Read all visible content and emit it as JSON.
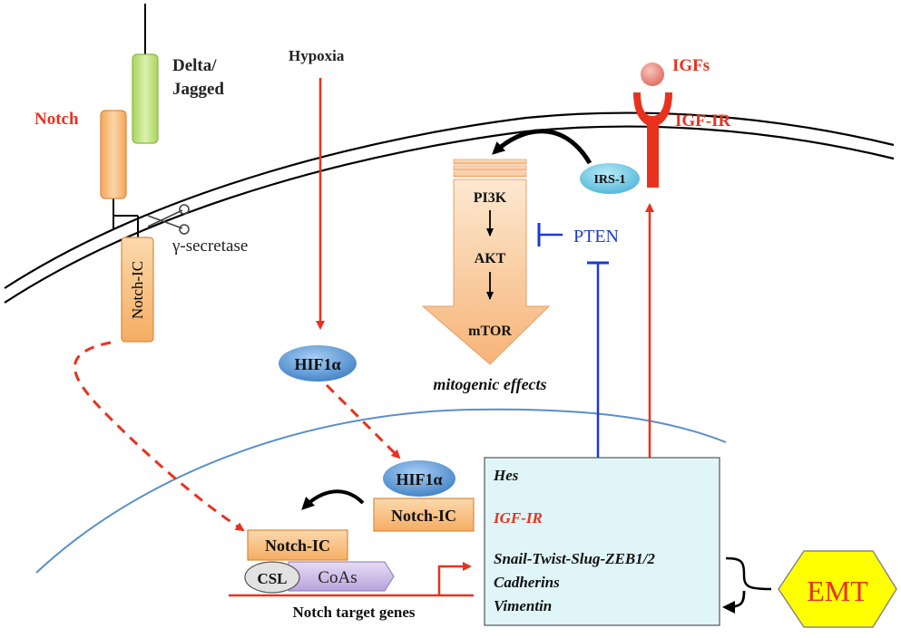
{
  "labels": {
    "delta_jagged_line1": "Delta/",
    "delta_jagged_line2": "Jagged",
    "notch": "Notch",
    "hypoxia": "Hypoxia",
    "igfs": "IGFs",
    "igf_ir_receptor": "IGF-IR",
    "irs1": "IRS-1",
    "pi3k": "PI3K",
    "akt": "AKT",
    "mtor": "mTOR",
    "pten": "PTEN",
    "gamma_secretase": "γ-secretase",
    "notch_ic_membrane": "Notch-IC",
    "hif1a_cytoplasm": "HIF1α",
    "mitogenic_effects": "mitogenic effects",
    "hif1a_nucleus": "HIF1α",
    "notch_ic_complex": "Notch-IC",
    "notch_ic_dna": "Notch-IC",
    "csl": "CSL",
    "coas": "CoAs",
    "notch_target_genes": "Notch target genes",
    "emt": "EMT"
  },
  "target_genes": {
    "hes": "Hes",
    "igf_ir": "IGF-IR",
    "snail": "Snail-Twist-Slug-ZEB1/2",
    "cadherins": "Cadherins",
    "vimentin": "Vimentin"
  },
  "colors": {
    "red": "#e8321e",
    "blue": "#1a3ad6",
    "orange_fill": "#f7c48c",
    "green_fill": "#c6e48a",
    "ellipse_blue": "#5b9bd8",
    "gene_box_fill": "#dff5f7",
    "emt_fill": "#ffff00",
    "nucleus_line": "#5a8fc8"
  }
}
